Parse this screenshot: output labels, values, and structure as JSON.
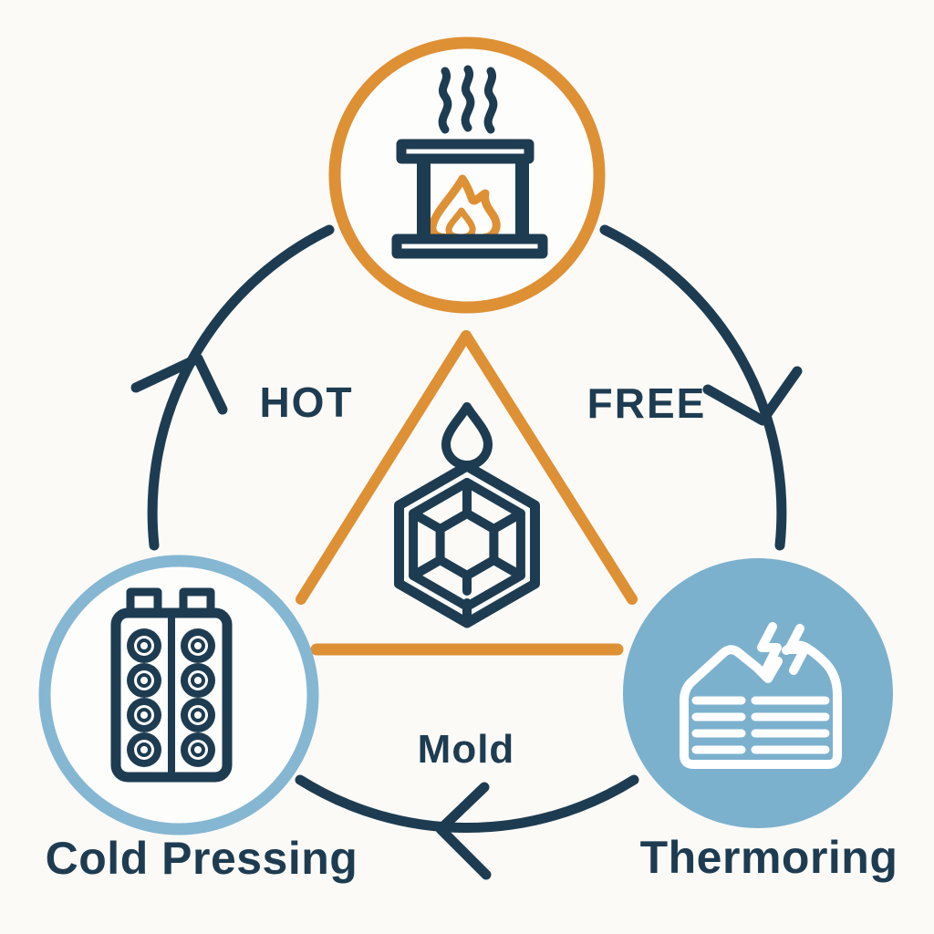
{
  "colors": {
    "background": "#fbfaf7",
    "navy": "#1e3c51",
    "orange": "#de9035",
    "blue-ring": "#85b7d3",
    "blue-fill": "#7cb1ce",
    "node-fill": "#fdfdfb",
    "white": "#ffffff"
  },
  "diagram": {
    "type": "cycle",
    "direction": "clockwise",
    "nodes": {
      "top": {
        "icon": "furnace-flame",
        "ring_color": "#de9035",
        "label": ""
      },
      "bottom_left": {
        "icon": "press-rollers",
        "ring_color": "#85b7d3",
        "label": "Cold Pressing"
      },
      "bottom_right": {
        "icon": "stacked-sheets-lightning",
        "fill_color": "#7cb1ce",
        "label": "Thermoring"
      }
    },
    "edge_labels": {
      "left": "HOT",
      "right": "FREE",
      "bottom": "Mold"
    },
    "center": {
      "shape": "triangle",
      "triangle_color": "#de9035",
      "icons": [
        "droplet",
        "hexagon-lattice"
      ]
    }
  }
}
